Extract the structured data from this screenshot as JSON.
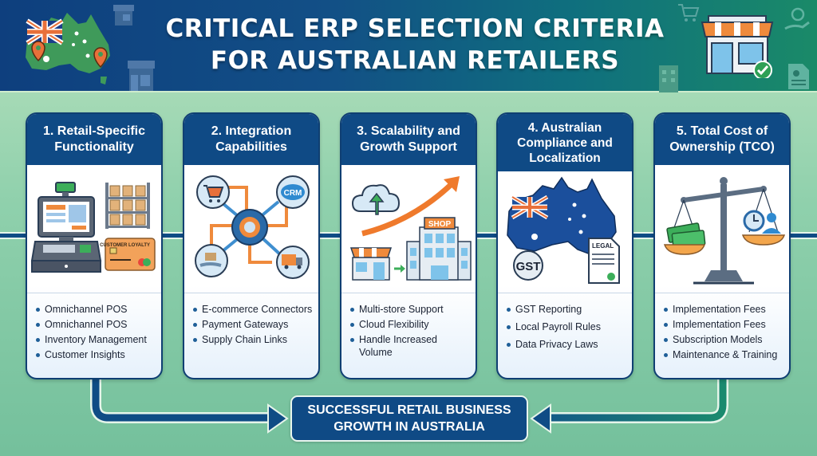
{
  "header": {
    "title_line1": "CRITICAL ERP SELECTION CRITERIA",
    "title_line2": "FOR AUSTRALIAN RETAILERS",
    "icons": [
      "australia-map-flag-icon",
      "store-outline-icon",
      "retail-store-outline-icon",
      "shopping-cart-icon",
      "storefront-awning-icon",
      "check-badge-icon",
      "customer-support-icon",
      "document-icon",
      "office-building-icon"
    ]
  },
  "criteria": [
    {
      "title": "1. Retail-Specific Functionality",
      "icons": [
        "pos-terminal-icon",
        "inventory-shelf-icon",
        "loyalty-card-icon"
      ],
      "card_text": "CUSTOMER LOYALTY",
      "bullets": [
        "Omnichannel POS",
        "Omnichannel POS",
        "Inventory Management",
        "Customer Insights"
      ]
    },
    {
      "title": "2. Integration Capabilities",
      "icons": [
        "gear-hub-icon",
        "shopping-cart-icon",
        "crm-cloud-icon",
        "delivery-hand-icon",
        "truck-icon"
      ],
      "crm_label": "CRM",
      "bullets": [
        "E-commerce Connectors",
        "Payment Gateways",
        "Supply Chain Links"
      ]
    },
    {
      "title": "3. Scalability and Growth Support",
      "icons": [
        "cloud-upload-icon",
        "growth-arrow-icon",
        "small-store-icon",
        "shop-building-icon"
      ],
      "shop_label": "SHOP",
      "bullets": [
        "Multi-store Support",
        "Cloud Flexibility",
        "Handle Increased Volume"
      ]
    },
    {
      "title": "4. Australian Compliance and Localization",
      "icons": [
        "australia-flag-map-icon",
        "gst-badge-icon",
        "legal-document-icon"
      ],
      "gst_label": "GST",
      "legal_label": "LEGAL",
      "bullets": [
        "GST Reporting",
        "Local Payroll Rules",
        "Data Privacy Laws"
      ]
    },
    {
      "title": "5. Total Cost of Ownership (TCO)",
      "icons": [
        "balance-scale-icon",
        "money-stack-icon",
        "clock-icon",
        "support-agent-icon"
      ],
      "bullets": [
        "Implementation Fees",
        "Implementation Fees",
        "Subscription Models",
        "Maintenance & Training"
      ]
    }
  ],
  "outcome": {
    "line1": "SUCCESSFUL RETAIL BUSINESS",
    "line2": "GROWTH IN AUSTRALIA"
  },
  "colors": {
    "navy": "#0f4a85",
    "orange": "#ef8a3c",
    "green": "#4caf50",
    "teal": "#1a8a68",
    "background": "#8fd0ac"
  }
}
